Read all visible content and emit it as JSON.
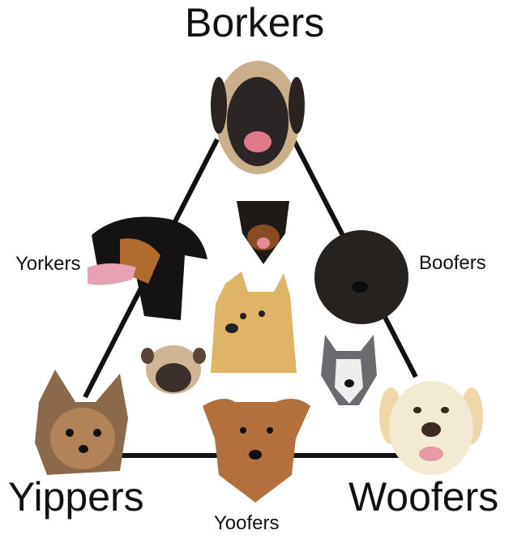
{
  "diagram": {
    "type": "triangle-spectrum",
    "corners": [
      {
        "label": "Borkers",
        "position": "top",
        "dog": "mastiff"
      },
      {
        "label": "Yippers",
        "position": "bottom-left",
        "dog": "yorkshire-terrier"
      },
      {
        "label": "Woofers",
        "position": "bottom-right",
        "dog": "labrador"
      }
    ],
    "edges": [
      {
        "label": "Yorkers",
        "between": [
          "Borkers",
          "Yippers"
        ],
        "dog": "dachshund"
      },
      {
        "label": "Boofers",
        "between": [
          "Borkers",
          "Woofers"
        ],
        "dog": "labradoodle"
      },
      {
        "label": "Yoofers",
        "between": [
          "Yippers",
          "Woofers"
        ],
        "dog": "airedale-terrier"
      }
    ],
    "interior_dogs": [
      "rottweiler",
      "doge-shiba-inu",
      "pug",
      "husky"
    ],
    "line_color": "#111111"
  }
}
